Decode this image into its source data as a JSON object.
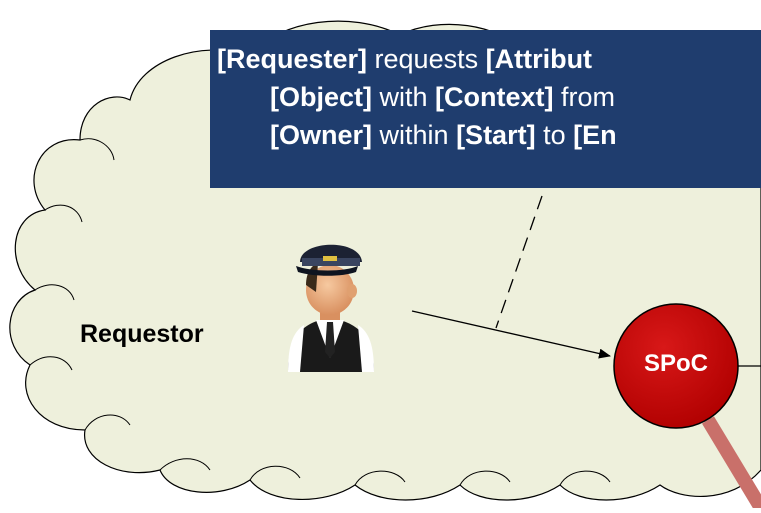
{
  "banner": {
    "line1": [
      {
        "text": "[Requester]",
        "bold": true
      },
      {
        "text": " requests ",
        "bold": false
      },
      {
        "text": "[Attribut",
        "bold": true
      }
    ],
    "line2": [
      {
        "text": "[Object]",
        "bold": true
      },
      {
        "text": " with ",
        "bold": false
      },
      {
        "text": "[Context]",
        "bold": true
      },
      {
        "text": " from",
        "bold": false
      }
    ],
    "line3": [
      {
        "text": "[Owner]",
        "bold": true
      },
      {
        "text": " within ",
        "bold": false
      },
      {
        "text": "[Start]",
        "bold": true
      },
      {
        "text": " to ",
        "bold": false
      },
      {
        "text": "[En",
        "bold": true
      }
    ]
  },
  "requestor_label": "Requestor",
  "spoc_label": "SPoC",
  "icons": {
    "requestor": "person-with-cap-icon"
  },
  "colors": {
    "cloud_fill": "#eef0dc",
    "banner_bg": "#1f3d6e",
    "spoc_fill": "#c00000",
    "connector": "#c9706a"
  }
}
